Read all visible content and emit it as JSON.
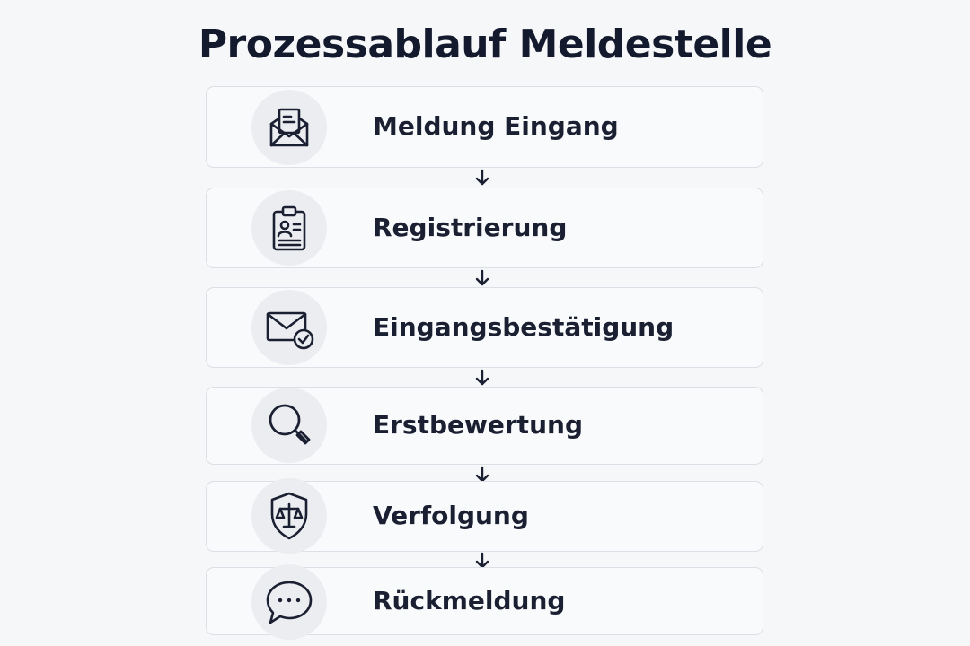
{
  "title": "Prozessablauf Meldestelle",
  "steps": [
    {
      "label": "Meldung Eingang",
      "icon": "envelope-open-icon"
    },
    {
      "label": "Registrierung",
      "icon": "clipboard-person-icon"
    },
    {
      "label": "Eingangsbestätigung",
      "icon": "envelope-check-icon"
    },
    {
      "label": "Erstbewertung",
      "icon": "magnifier-icon"
    },
    {
      "label": "Verfolgung",
      "icon": "shield-scales-icon"
    },
    {
      "label": "Rückmeldung",
      "icon": "speech-bubble-icon"
    }
  ],
  "colors": {
    "background": "#f6f7f9",
    "card": "#f9fafb",
    "card_border": "#dcdfe5",
    "icon_circle": "#ecedf0",
    "text": "#161c2d"
  }
}
